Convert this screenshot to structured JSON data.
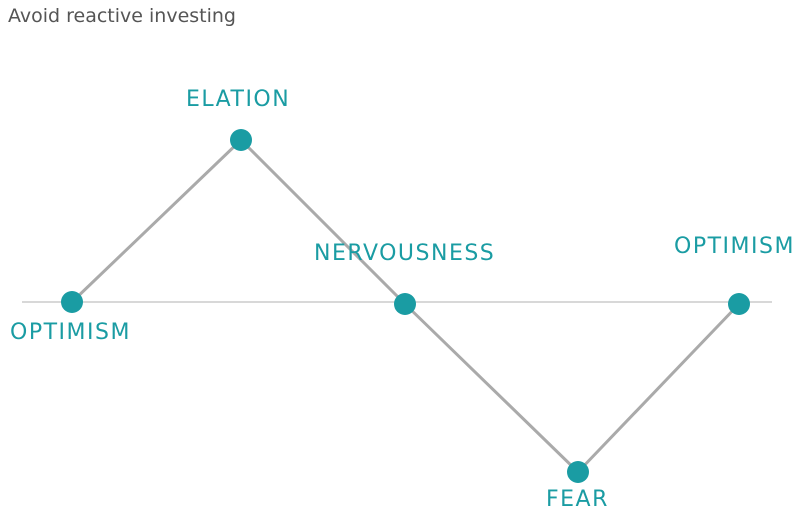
{
  "title": "Avoid reactive investing",
  "colors": {
    "accent": "#1a9ca3",
    "line": "#aaaaaa",
    "baseline": "#cccccc",
    "title": "#555555"
  },
  "stages": [
    {
      "label": "OPTIMISM"
    },
    {
      "label": "ELATION"
    },
    {
      "label": "NERVOUSNESS"
    },
    {
      "label": "FEAR"
    },
    {
      "label": "OPTIMISM"
    }
  ]
}
